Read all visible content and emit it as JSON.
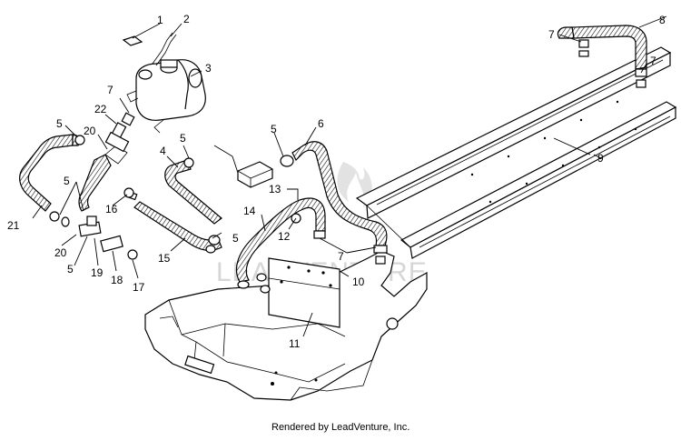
{
  "diagram": {
    "credit": "Rendered by LeadVenture, Inc.",
    "watermark": "LEADVENTURE",
    "callouts": [
      {
        "id": "c1",
        "label": "1"
      },
      {
        "id": "c2",
        "label": "2"
      },
      {
        "id": "c3",
        "label": "3"
      },
      {
        "id": "c4",
        "label": "4"
      },
      {
        "id": "c5a",
        "label": "5"
      },
      {
        "id": "c5b",
        "label": "5"
      },
      {
        "id": "c5c",
        "label": "5"
      },
      {
        "id": "c5d",
        "label": "5"
      },
      {
        "id": "c5e",
        "label": "5"
      },
      {
        "id": "c5f",
        "label": "5"
      },
      {
        "id": "c6",
        "label": "6"
      },
      {
        "id": "c7a",
        "label": "7"
      },
      {
        "id": "c7b",
        "label": "7"
      },
      {
        "id": "c7c",
        "label": "7"
      },
      {
        "id": "c7d",
        "label": "7"
      },
      {
        "id": "c8",
        "label": "8"
      },
      {
        "id": "c9",
        "label": "9"
      },
      {
        "id": "c10",
        "label": "10"
      },
      {
        "id": "c11",
        "label": "11"
      },
      {
        "id": "c12",
        "label": "12"
      },
      {
        "id": "c13",
        "label": "13"
      },
      {
        "id": "c14",
        "label": "14"
      },
      {
        "id": "c15",
        "label": "15"
      },
      {
        "id": "c16",
        "label": "16"
      },
      {
        "id": "c17",
        "label": "17"
      },
      {
        "id": "c18",
        "label": "18"
      },
      {
        "id": "c19",
        "label": "19"
      },
      {
        "id": "c20a",
        "label": "20"
      },
      {
        "id": "c20b",
        "label": "20"
      },
      {
        "id": "c21",
        "label": "21"
      },
      {
        "id": "c22",
        "label": "22"
      }
    ]
  }
}
